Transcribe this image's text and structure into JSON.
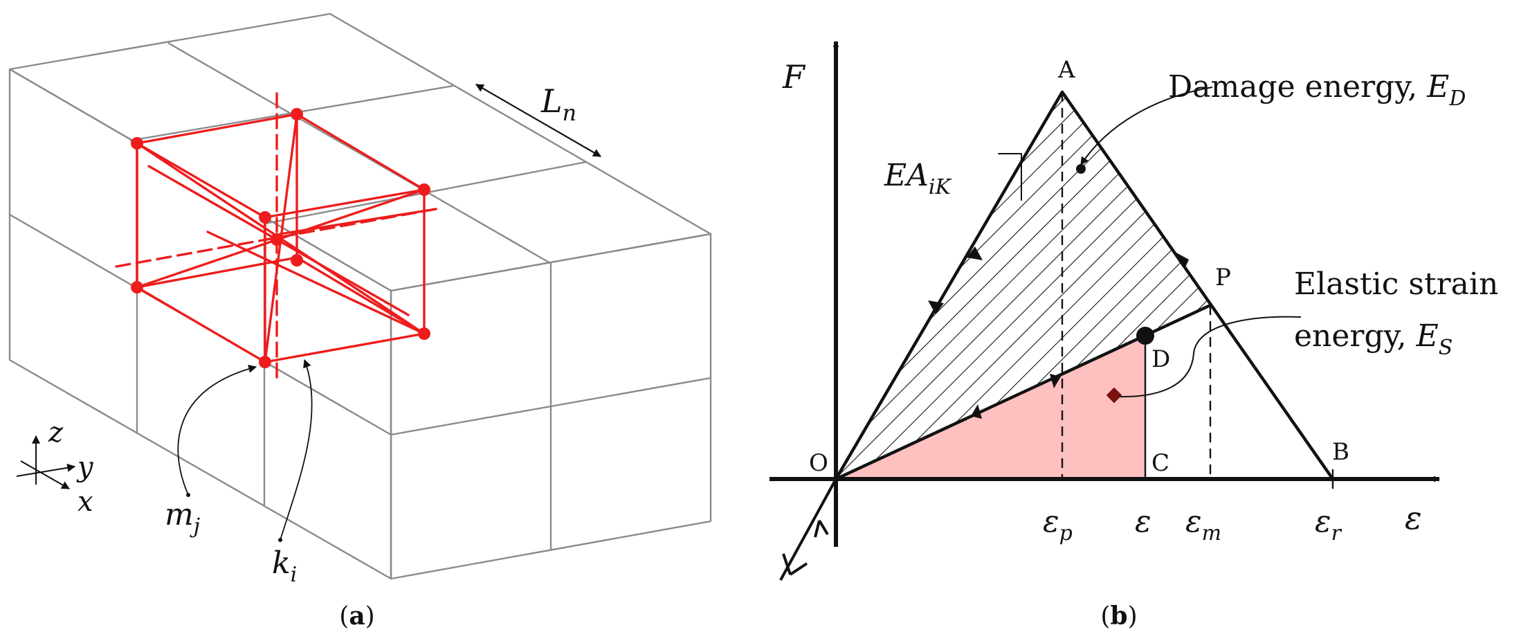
{
  "colors": {
    "grid": "#8a8a8a",
    "red": "#ee1c1c",
    "ink": "#111111",
    "elastic_fill": "#ffc0c0",
    "marker": "#7a1010"
  },
  "panel_a": {
    "length_label": "L",
    "length_sub": "n",
    "axes": {
      "z": "z",
      "y": "y",
      "x": "x"
    },
    "mass_label": "m",
    "mass_sub": "j",
    "spring_label": "k",
    "spring_sub": "i",
    "caption_open": "(",
    "caption_letter": "a",
    "caption_close": ")"
  },
  "panel_b": {
    "y_axis": "F",
    "x_axis": "ε",
    "points": {
      "A": "A",
      "P": "P",
      "D": "D",
      "O": "O",
      "C": "C",
      "B": "B"
    },
    "slope_label": "EA",
    "slope_sub": "iK",
    "damage_text": "Damage energy, ",
    "damage_sym": "E",
    "damage_sub": "D",
    "elastic_line1": "Elastic strain",
    "elastic_line2": "energy, ",
    "elastic_sym": "E",
    "elastic_sub": "S",
    "ticks": {
      "eps_p": "ε",
      "eps_p_sub": "p",
      "eps": "ε",
      "eps_m": "ε",
      "eps_m_sub": "m",
      "eps_r": "ε",
      "eps_r_sub": "r"
    },
    "caption_open": "(",
    "caption_letter": "b",
    "caption_close": ")"
  }
}
